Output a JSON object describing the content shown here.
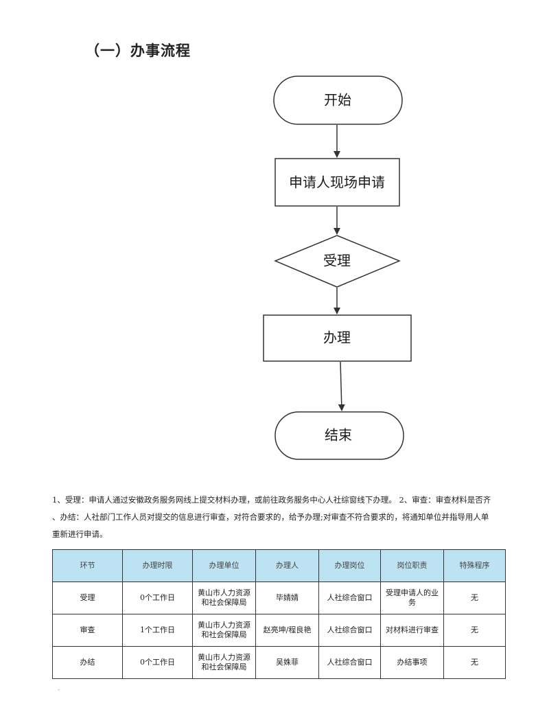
{
  "section": {
    "title": "（一）办事流程"
  },
  "flowchart": {
    "nodes": [
      {
        "id": "start",
        "shape": "terminal",
        "label": "开始"
      },
      {
        "id": "apply",
        "shape": "process",
        "label": "申请人现场申请"
      },
      {
        "id": "accept",
        "shape": "decision",
        "label": "受理"
      },
      {
        "id": "handle",
        "shape": "process",
        "label": "办理"
      },
      {
        "id": "end",
        "shape": "terminal",
        "label": "结束"
      }
    ]
  },
  "description": {
    "lines": [
      "1、受理：申请人通过安徽政务服务网线上提交材料办理，或前往政务服务中心人社综窗线下办理。 2、审查：审查材料是否齐",
      "、办结：人社部门工作人员对提交的信息进行审查，对符合要求的，给予办理;对审查不符合要求的，将通知单位并指导用人单",
      "重新进行申请。"
    ]
  },
  "table": {
    "headers": [
      "环节",
      "办理时限",
      "办理单位",
      "办理人",
      "办理岗位",
      "岗位职责",
      "特殊程序"
    ],
    "rows": [
      [
        "受理",
        "0个工作日",
        "黄山市人力资源和社会保障局",
        "毕婧婧",
        "人社综合窗口",
        "受理申请人的业务",
        "无"
      ],
      [
        "审查",
        "1个工作日",
        "黄山市人力资源和社会保障局",
        "赵亮坤/程良艳",
        "人社综合窗口",
        "对材料进行审查",
        "无"
      ],
      [
        "办结",
        "0个工作日",
        "黄山市人力资源和社会保障局",
        "吴姝菲",
        "人社综合窗口",
        "办结事项",
        "无"
      ]
    ]
  },
  "footer": {
    "mark": "-"
  }
}
